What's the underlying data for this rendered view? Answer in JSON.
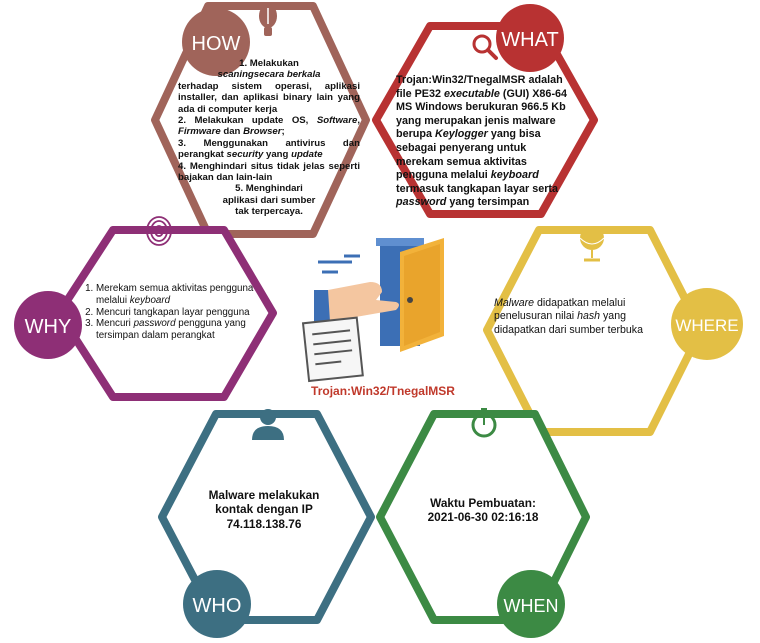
{
  "colors": {
    "how": "#a0645a",
    "what": "#b83232",
    "why": "#8e2f76",
    "where": "#e3bf45",
    "who": "#3d6f82",
    "when": "#3c8a44",
    "center_caption": "#c0392b"
  },
  "how": {
    "label": "HOW",
    "icon": "lightbulb-icon",
    "item1_head": "1. Melakukan",
    "item1_italic": "scaningsecara berkala",
    "item1_rest": "terhadap sistem operasi, aplikasi installer, dan aplikasi binary lain yang ada di computer kerja",
    "item2_a": "2. Melakukan update OS,",
    "item2_software": "Software",
    "item2_firmware": "Firmware",
    "item2_and": "dan",
    "item2_browser": "Browser",
    "item3_a": "3. Menggunakan antivirus dan perangkat",
    "item3_security": "security",
    "item3_yang": "yang",
    "item3_update": "update",
    "item4": "4. Menghindari situs tidak jelas seperti bajakan dan lain-lain",
    "item5_a": "5. Menghindari",
    "item5_b": "aplikasi dari sumber",
    "item5_c": "tak terpercaya."
  },
  "what": {
    "label": "WHAT",
    "icon": "magnifier-icon",
    "t1": "Trojan:Win32/TnegalMSR adalah file PE32",
    "t1_italic": "executable",
    "t2": "(GUI) X86-64 MS Windows berukuran 966.5 Kb yang merupakan jenis malware berupa",
    "t2_italic": "Keylogger",
    "t3": "yang bisa sebagai penyerang untuk merekam semua aktivitas pengguna melalui",
    "t3_italic": "keyboard",
    "t4": "termasuk tangkapan layar serta",
    "t4_italic": "password",
    "t5": "yang tersimpan"
  },
  "why": {
    "label": "WHY",
    "icon": "fingerprint-icon",
    "li1_a": "Merekam semua aktivitas pengguna melalui",
    "li1_italic": "keyboard",
    "li2": "Mencuri tangkapan layar pengguna",
    "li3_a": "Mencuri",
    "li3_italic": "password",
    "li3_b": "pengguna yang tersimpan dalam perangkat"
  },
  "where": {
    "label": "WHERE",
    "icon": "globe-icon",
    "w_italic": "Malware",
    "w1": "didapatkan melalui penelusuran nilai",
    "w_hash": "hash",
    "w2": "yang didapatkan dari sumber terbuka"
  },
  "who": {
    "label": "WHO",
    "icon": "person-icon",
    "text": "Malware melakukan kontak dengan IP",
    "ip": "74.118.138.76"
  },
  "when": {
    "label": "WHEN",
    "icon": "stopwatch-icon",
    "text": "Waktu Pembuatan:",
    "datetime": "2021-06-30 02:16:18"
  },
  "center": {
    "caption": "Trojan:Win32/TnegalMSR",
    "illustration": "hand-document-door-icon"
  }
}
